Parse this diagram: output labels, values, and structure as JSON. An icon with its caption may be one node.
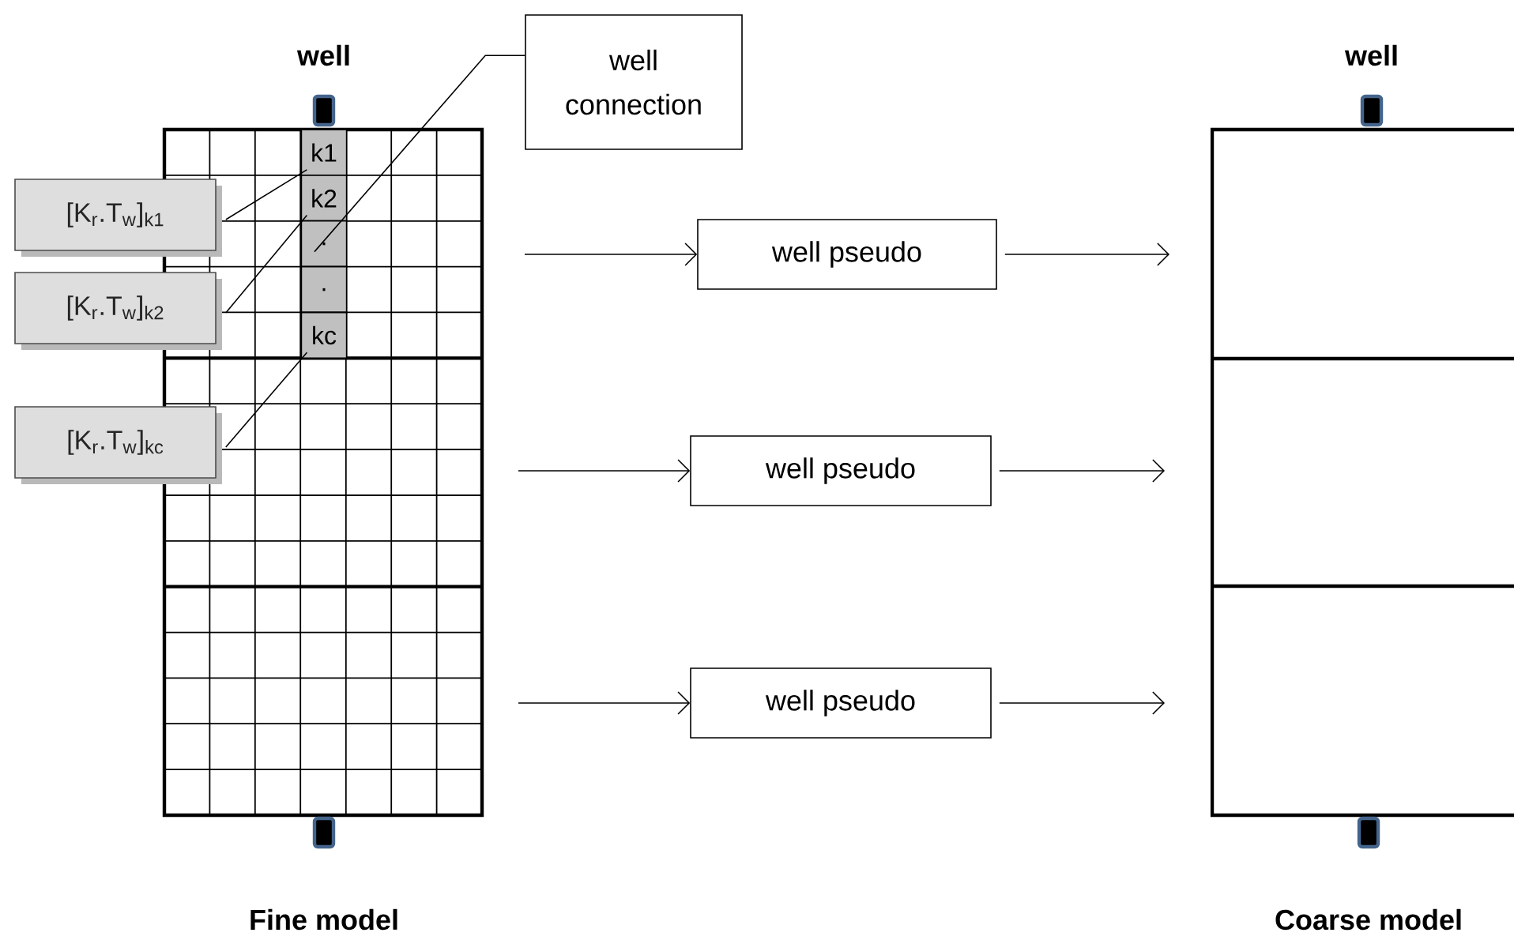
{
  "diagram": {
    "nodes": [
      {
        "text": [
          "[K$_{r}$.T$_{w}$]$_{k1}$"
        ]
      },
      {
        "text": [
          "[K$_{r}$.T$_{w}$]$_{k2}$"
        ]
      },
      {
        "text": [
          "[K$_{r}$.T$_{w}$]$_{kc}$"
        ]
      },
      {
        "text": [
          "well connection"
        ]
      },
      {
        "text": [
          "k1"
        ]
      },
      {
        "text": [
          "k2"
        ]
      },
      {
        "text": [
          "."
        ]
      },
      {
        "text": [
          "."
        ]
      },
      {
        "text": [
          "kc"
        ]
      },
      {
        "text": [
          "well pseudo"
        ]
      },
      {
        "text": [
          "well pseudo"
        ]
      },
      {
        "text": [
          "well pseudo"
        ]
      }
    ],
    "edges": [
      {
        "from": 0,
        "to": 4,
        "arrow": "none"
      },
      {
        "from": 1,
        "to": 5,
        "arrow": "none"
      },
      {
        "from": 2,
        "to": 8,
        "arrow": "none"
      },
      {
        "from": 3,
        "to": 6,
        "arrow": "none"
      },
      {
        "from": null,
        "to": 9,
        "arrow": "to"
      },
      {
        "from": 9,
        "to": null,
        "arrow": "to"
      },
      {
        "from": null,
        "to": 10,
        "arrow": "to"
      },
      {
        "from": 10,
        "to": null,
        "arrow": "to"
      },
      {
        "from": null,
        "to": 11,
        "arrow": "to"
      },
      {
        "from": 11,
        "to": null,
        "arrow": "to"
      }
    ],
    "labels": [
      "well",
      "well",
      "Fine model",
      "Coarse model"
    ]
  }
}
